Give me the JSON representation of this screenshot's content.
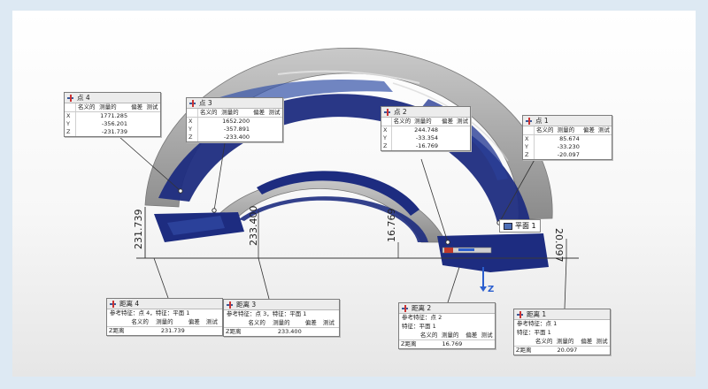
{
  "callouts": {
    "point4": {
      "title": "点 4",
      "cols": [
        "名义的",
        "测量的",
        "偏差",
        "测试"
      ],
      "rows": [
        {
          "axis": "X",
          "measured": "1771.285"
        },
        {
          "axis": "Y",
          "measured": "-356.201"
        },
        {
          "axis": "Z",
          "measured": "-231.739"
        }
      ]
    },
    "point3": {
      "title": "点 3",
      "cols": [
        "名义的",
        "测量的",
        "偏差",
        "测试"
      ],
      "rows": [
        {
          "axis": "X",
          "measured": "1652.200"
        },
        {
          "axis": "Y",
          "measured": "-357.891"
        },
        {
          "axis": "Z",
          "measured": "-233.400"
        }
      ]
    },
    "point2": {
      "title": "点 2",
      "cols": [
        "名义的",
        "测量的",
        "偏差",
        "测试"
      ],
      "rows": [
        {
          "axis": "X",
          "measured": "244.748"
        },
        {
          "axis": "Y",
          "measured": "-33.354"
        },
        {
          "axis": "Z",
          "measured": "-16.769"
        }
      ]
    },
    "point1": {
      "title": "点 1",
      "cols": [
        "名义的",
        "测量的",
        "偏差",
        "测试"
      ],
      "rows": [
        {
          "axis": "X",
          "measured": "85.674"
        },
        {
          "axis": "Y",
          "measured": "-33.230"
        },
        {
          "axis": "Z",
          "measured": "-20.097"
        }
      ]
    },
    "distance4": {
      "title": "距离 4",
      "ref": "参考特征：点 4，特征：平面 1",
      "cols": [
        "名义的",
        "测量的",
        "偏差",
        "测试"
      ],
      "rowlabel": "Z距离",
      "measured": "231.739"
    },
    "distance3": {
      "title": "距离 3",
      "ref": "参考特征：点 3，特征：平面 1",
      "cols": [
        "名义的",
        "测量的",
        "偏差",
        "测试"
      ],
      "rowlabel": "Z距离",
      "measured": "233.400"
    },
    "distance2": {
      "title": "距离 2",
      "ref": "参考特征：点 2",
      "feat": "特征：平面 1",
      "cols": [
        "名义的",
        "测量的",
        "偏差",
        "测试"
      ],
      "rowlabel": "Z距离",
      "measured": "16.769"
    },
    "distance1": {
      "title": "距离 1",
      "ref": "参考特征：点 1",
      "feat": "特征：平面 1",
      "cols": [
        "名义的",
        "测量的",
        "偏差",
        "测试"
      ],
      "rowlabel": "Z距离",
      "measured": "20.097"
    }
  },
  "dimensions": {
    "d4": "231.739",
    "d3": "233.400",
    "d2": "16.769",
    "d1": "20.097"
  },
  "plane_label": "平面 1",
  "axis_label": "Z",
  "colors": {
    "blue": "#1d2c80",
    "grey": "#9a9a9a",
    "accent": "#c0392b"
  }
}
